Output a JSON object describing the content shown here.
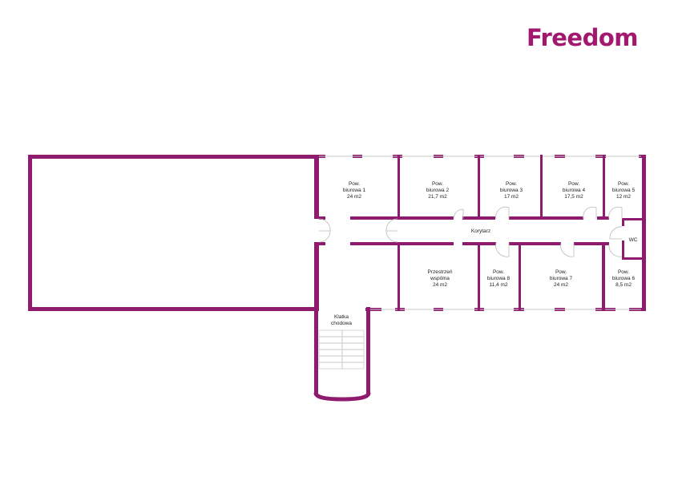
{
  "logo": "Freedom",
  "colors": {
    "wall": "#8f1b6f",
    "logo": "#a3186f"
  },
  "rooms": [
    {
      "name": "Pow.",
      "name2": "biurowa 1",
      "area": "24 m2"
    },
    {
      "name": "Pow.",
      "name2": "biurowa 2",
      "area": "21,7 m2"
    },
    {
      "name": "Pow.",
      "name2": "biurowa  3",
      "area": "17 m2"
    },
    {
      "name": "Pow.",
      "name2": "biurowa 4",
      "area": "17,5 m2"
    },
    {
      "name": "Pow.",
      "name2": "biurowa 5",
      "area": "12 m2"
    },
    {
      "name": "Przestrzeń",
      "name2": "wspólna",
      "area": "24 m2"
    },
    {
      "name": "Pow.",
      "name2": "biurowa 8",
      "area": "11,4 m2"
    },
    {
      "name": "Pow.",
      "name2": "biurowa 7",
      "area": "24 m2"
    },
    {
      "name": "Pow.",
      "name2": "biurowa 6",
      "area": "8,5 m2"
    }
  ],
  "corridor": "Korytarz",
  "wc": "WC",
  "stairs": {
    "line1": "Klatka",
    "line2": "chodowa"
  }
}
